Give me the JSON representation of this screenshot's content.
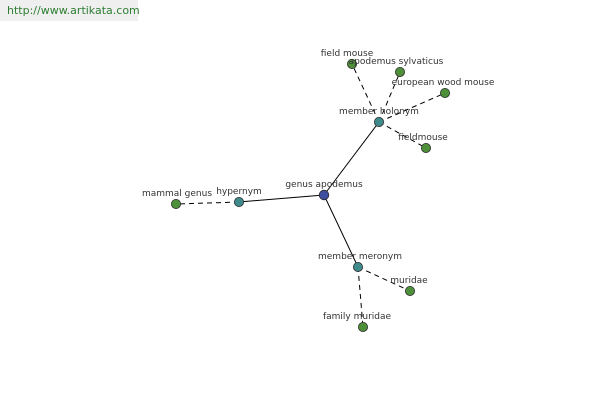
{
  "header": {
    "url": "http://www.artikata.com"
  },
  "colors": {
    "center_node": "#3f4fa0",
    "relation_node": "#3f8a8a",
    "leaf_node": "#4e8f3a",
    "url_text": "#2e7d32"
  },
  "graph": {
    "center": {
      "id": "genus-apodemus",
      "label": "genus apodemus"
    },
    "relations": [
      {
        "id": "member-holonym",
        "label": "member holonym",
        "leaves": [
          {
            "id": "field-mouse",
            "label": "field mouse"
          },
          {
            "id": "apodemus-sylvaticus",
            "label": "apodemus sylvaticus"
          },
          {
            "id": "european-wood-mouse",
            "label": "european wood mouse"
          },
          {
            "id": "fieldmouse",
            "label": "fieldmouse"
          }
        ]
      },
      {
        "id": "hypernym",
        "label": "hypernym",
        "leaves": [
          {
            "id": "mammal-genus",
            "label": "mammal genus"
          }
        ]
      },
      {
        "id": "member-meronym",
        "label": "member meronym",
        "leaves": [
          {
            "id": "muridae",
            "label": "muridae"
          },
          {
            "id": "family-muridae",
            "label": "family muridae"
          }
        ]
      }
    ]
  }
}
